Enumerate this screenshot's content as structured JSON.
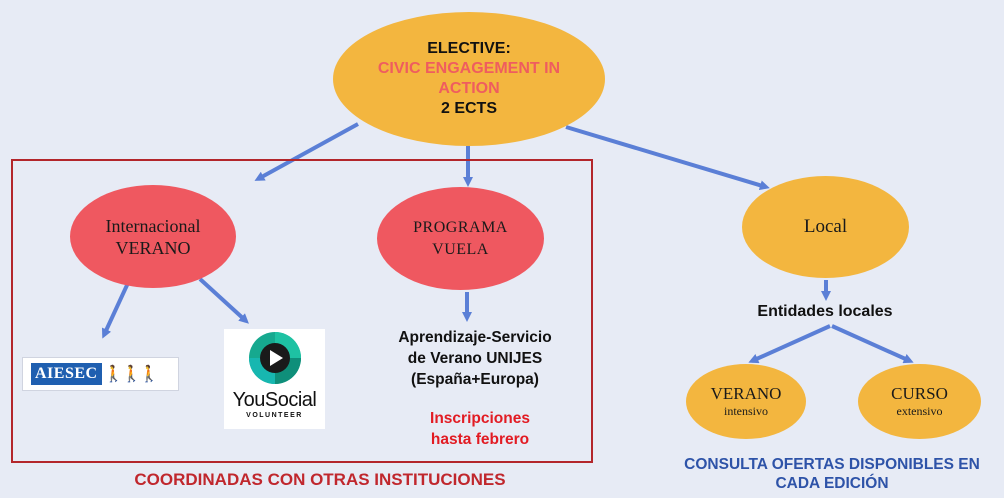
{
  "elective": {
    "line1": "ELECTIVE:",
    "line2": "CIVIC ENGAGEMENT IN",
    "line3": "ACTION",
    "line4": "2 ECTS"
  },
  "internacional": {
    "line1": "Internacional",
    "line2": "VERANO"
  },
  "programa": {
    "line1": "PROGRAMA",
    "line2": "VUELA"
  },
  "local": {
    "label": "Local"
  },
  "entidades": {
    "label": "Entidades locales"
  },
  "verano_local": {
    "title": "VERANO",
    "sub": "intensivo"
  },
  "curso": {
    "title": "CURSO",
    "sub": "extensivo"
  },
  "aprendizaje": {
    "line1": "Aprendizaje-Servicio",
    "line2": "de Verano UNIJES",
    "line3": "(España+Europa)"
  },
  "inscripciones": {
    "line1": "Inscripciones",
    "line2": "hasta febrero"
  },
  "logos": {
    "aiesec": "AIESEC",
    "yousocial_name": "YouSocial",
    "yousocial_sub": "VOLUNTEER"
  },
  "footer": {
    "coordinadas": "COORDINADAS CON OTRAS INSTITUCIONES",
    "consulta_line1": "CONSULTA OFERTAS DISPONIBLES EN",
    "consulta_line2": "CADA EDICIÓN"
  },
  "colors": {
    "background": "#e7ebf5",
    "orange_node": "#f3b63f",
    "red_node": "#ef5860",
    "arrow": "#5b7fd6",
    "frame": "#b3262b"
  }
}
